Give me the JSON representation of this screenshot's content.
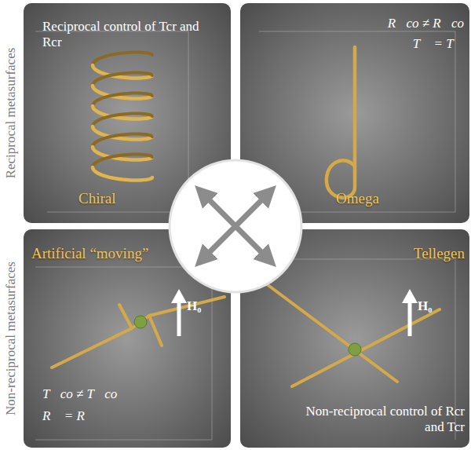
{
  "diagram": {
    "nodes": [
      {
        "text": [
          "Reciprocal control of Tcr and Rcr",
          "Chiral"
        ]
      },
      {
        "text": [
          "R⃗co ≠ R⃖co",
          "T⃗ = T⃖",
          "Omega"
        ]
      },
      {
        "text": [
          "Artificial “moving”",
          "T⃗co ≠ T⃖co",
          "R⃗ = R⃖",
          "H₀"
        ]
      },
      {
        "text": [
          "Tellegen",
          "Non-reciprocal control of Rcr and Tcr",
          "H₀"
        ]
      }
    ],
    "labels": [
      "Reciprocal metasurfaces",
      "Non-reciprocal metasurfaces"
    ]
  }
}
